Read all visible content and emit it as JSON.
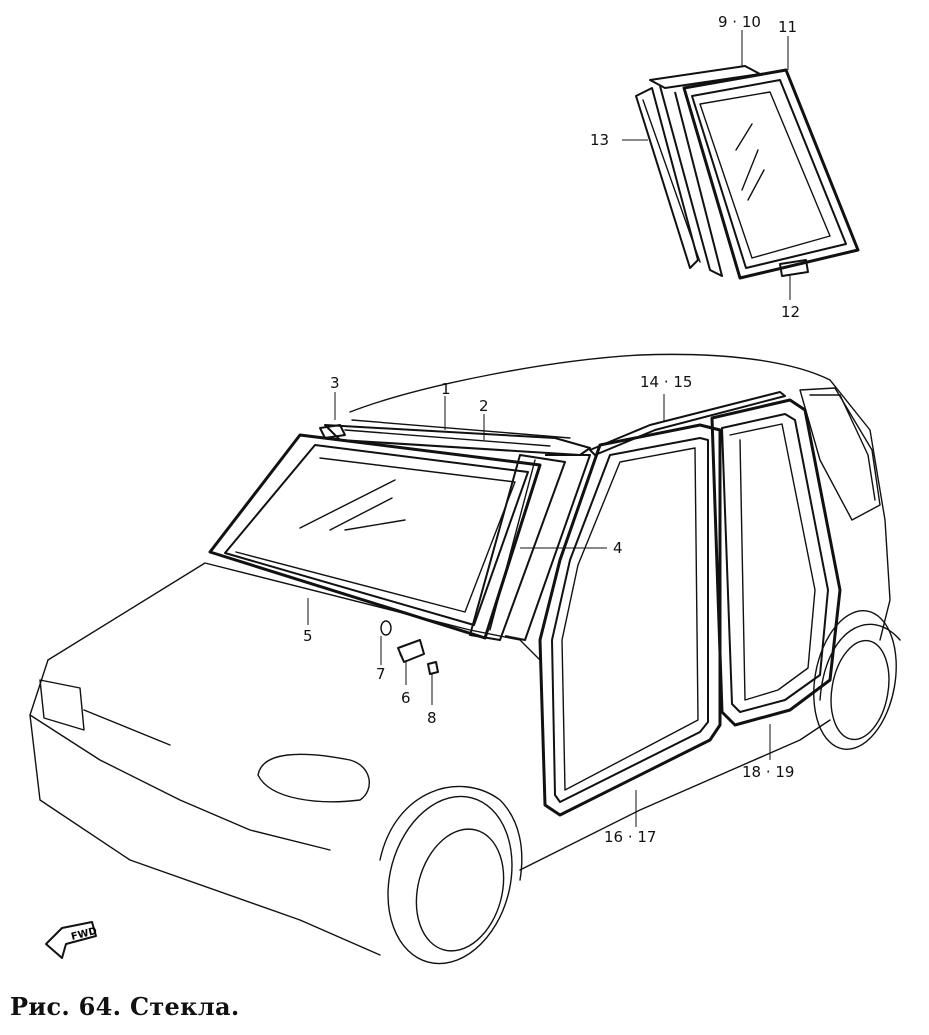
{
  "caption": "Рис. 64. Стекла.",
  "fwd_label": "FWD",
  "callouts": {
    "c1": "1",
    "c2": "2",
    "c3": "3",
    "c4": "4",
    "c5": "5",
    "c6": "6",
    "c7": "7",
    "c8": "8",
    "c9_10": "9 · 10",
    "c11": "11",
    "c12": "12",
    "c13": "13",
    "c14_15": "14 · 15",
    "c16_17": "16 · 17",
    "c18_19": "18 · 19"
  }
}
